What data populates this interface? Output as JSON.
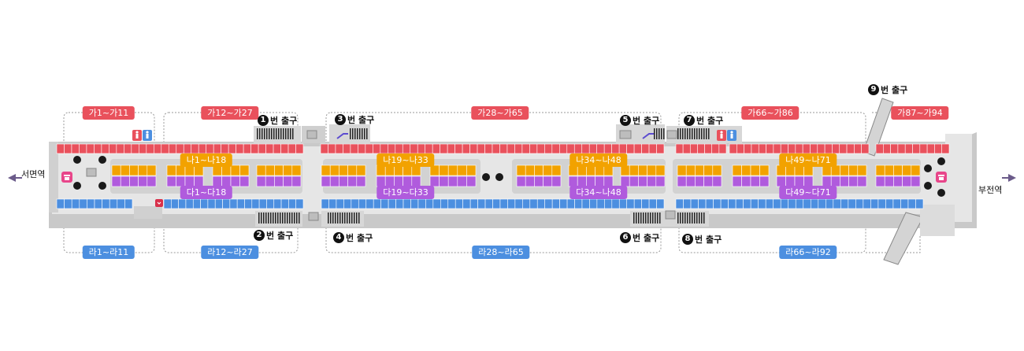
{
  "colors": {
    "red": "#e9515c",
    "blue": "#4c8fe0",
    "orange": "#f2a200",
    "purple": "#b05bdd",
    "concourse": "#e2e2e2",
    "wall": "#bfbfbf",
    "arrow": "#6b5b8a"
  },
  "stations": {
    "west": "서면역",
    "east": "부전역"
  },
  "zones": {
    "ga": [
      "가1~가11",
      "가12~가27",
      "가28~가65",
      "가66~가86",
      "가87~가94"
    ],
    "na": [
      "나1~나18",
      "나19~나33",
      "나34~나48",
      "나49~나71"
    ],
    "da": [
      "다1~다18",
      "다19~다33",
      "다34~나48",
      "다49~다71"
    ],
    "ra": [
      "라1~라11",
      "라12~라27",
      "라28~라65",
      "라66~라92"
    ]
  },
  "exits": {
    "e1": {
      "num": "1",
      "label": "번 출구"
    },
    "e2": {
      "num": "2",
      "label": "번 출구"
    },
    "e3": {
      "num": "3",
      "label": "번 출구"
    },
    "e4": {
      "num": "4",
      "label": "번 출구"
    },
    "e5": {
      "num": "5",
      "label": "번 출구"
    },
    "e6": {
      "num": "6",
      "label": "번 출구"
    },
    "e7": {
      "num": "7",
      "label": "번 출구"
    },
    "e8": {
      "num": "8",
      "label": "번 출구"
    },
    "e9": {
      "num": "9",
      "label": "번 출구"
    }
  },
  "icons": {
    "restroom": "restroom-icon",
    "escalator": "escalator-icon",
    "elevator": "elevator-icon",
    "info": "info-desk-icon",
    "aed": "aed-icon",
    "pillar": "pillar-icon",
    "direction": "direction-arrow-icon"
  }
}
